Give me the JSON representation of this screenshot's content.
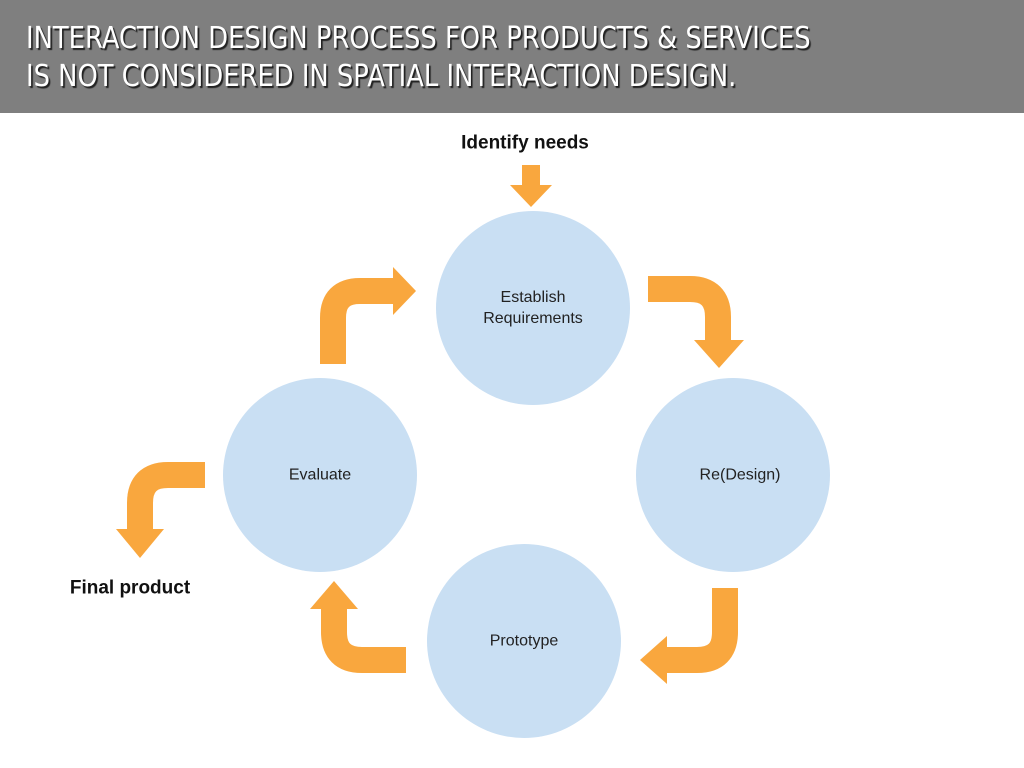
{
  "title": {
    "line1": "INTERACTION DESIGN PROCESS FOR PRODUCTS & SERVICES",
    "line2": "IS NOT CONSIDERED IN SPATIAL INTERACTION DESIGN."
  },
  "diagram": {
    "start_label": "Identify needs",
    "end_label": "Final product",
    "nodes": [
      {
        "line1": "Establish",
        "line2": "Requirements"
      },
      {
        "line1": "Re(Design)"
      },
      {
        "line1": "Prototype"
      },
      {
        "line1": "Evaluate"
      }
    ]
  },
  "colors": {
    "header": "#7f7f7f",
    "circle": "#c9dff3",
    "arrow": "#f9a73e"
  }
}
